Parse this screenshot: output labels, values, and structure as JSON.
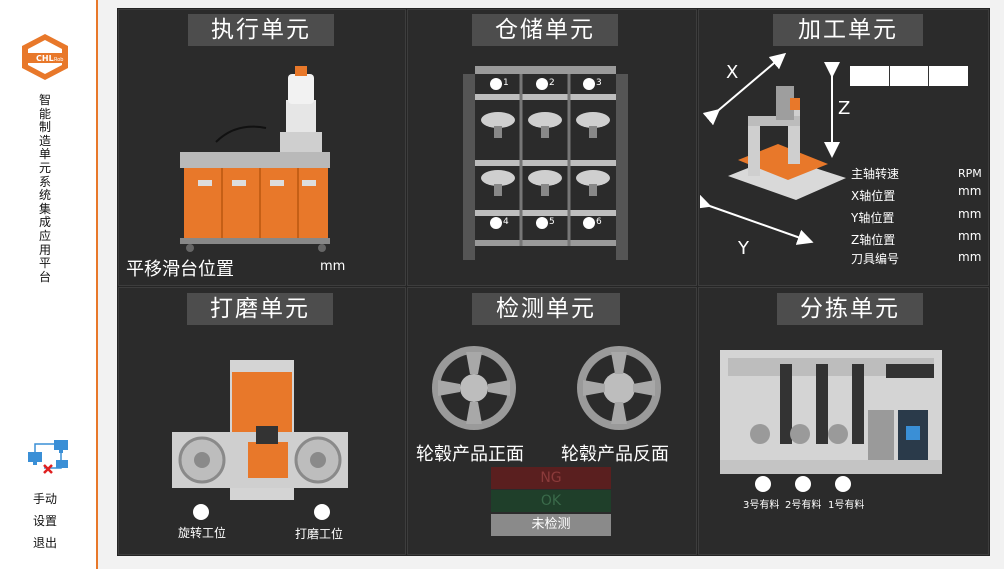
{
  "sidebar": {
    "logo_text": "CHL",
    "logo_sub": "Rob",
    "title": "智能制造单元系统集成应用平台",
    "buttons": [
      {
        "label": "手动"
      },
      {
        "label": "设置"
      },
      {
        "label": "退出"
      }
    ]
  },
  "panels": {
    "exec": {
      "title": "执行单元",
      "slide_label": "平移滑台位置",
      "slide_unit": "mm"
    },
    "storage": {
      "title": "仓储单元",
      "slots": [
        "1",
        "2",
        "3",
        "4",
        "5",
        "6"
      ]
    },
    "machining": {
      "title": "加工单元",
      "axis_x": "X",
      "axis_y": "Y",
      "axis_z": "Z",
      "readouts": [
        {
          "label": "主轴转速",
          "unit": "RPM"
        },
        {
          "label": "X轴位置",
          "unit": "mm"
        },
        {
          "label": "Y轴位置",
          "unit": "mm"
        },
        {
          "label": "Z轴位置",
          "unit": "mm"
        },
        {
          "label": "刀具编号",
          "unit": "mm"
        }
      ]
    },
    "grinding": {
      "title": "打磨单元",
      "rotate_label": "旋转工位",
      "grind_label": "打磨工位"
    },
    "inspection": {
      "title": "检测单元",
      "front_label": "轮毂产品正面",
      "back_label": "轮毂产品反面",
      "ng": "NG",
      "ok": "OK",
      "pending": "未检测"
    },
    "sorting": {
      "title": "分拣单元",
      "slots": [
        "3号有料",
        "2号有料",
        "1号有料"
      ]
    }
  },
  "colors": {
    "accent": "#e8782a",
    "panel_bg": "#2b2b2b",
    "title_bg": "#4d4d4d",
    "ng_bg": "#5a1f1f",
    "ok_bg": "#1f3f2a",
    "pending_bg": "#8a8a8a"
  }
}
